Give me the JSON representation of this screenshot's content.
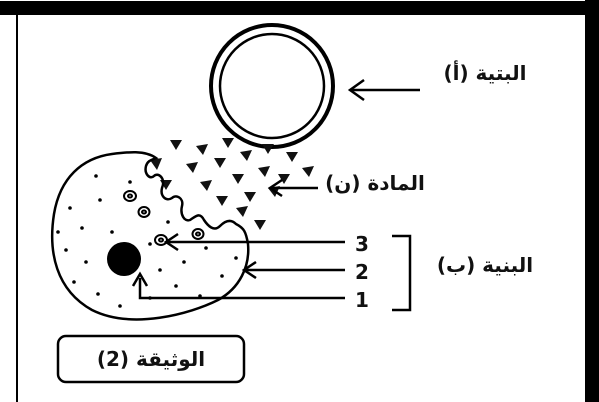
{
  "structure_a_label": "البتية (أ)",
  "substance_label": "المادة (ن)",
  "structure_b_label": "البنية (ب)",
  "marker_3": "3",
  "marker_2": "2",
  "marker_1": "1",
  "document_label": "الوثيقة (2)"
}
